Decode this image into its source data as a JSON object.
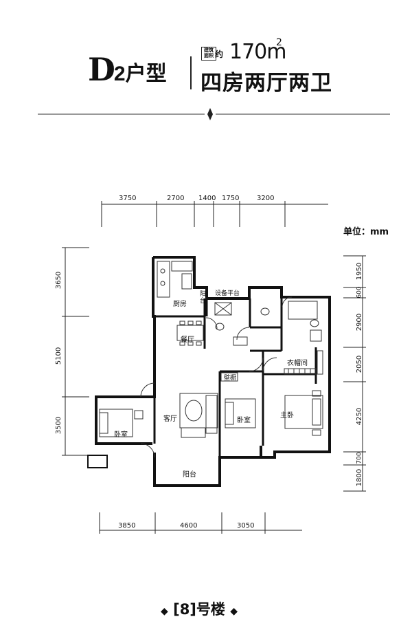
{
  "header": {
    "type_letter": "D",
    "type_rest": "2户型",
    "area_tag": "建筑面积",
    "area_approx": "约",
    "area_value": "170m",
    "area_sup": "2",
    "layout_desc": "四房两厅两卫"
  },
  "unit_label": "单位：mm",
  "top_dimensions": [
    "3750",
    "2700",
    "1400",
    "1750",
    "3200"
  ],
  "bottom_dimensions": [
    "3850",
    "4600",
    "3050"
  ],
  "left_dimensions": [
    "3650",
    "5100",
    "3500"
  ],
  "right_dimensions": [
    "1950",
    "600",
    "2900",
    "2050",
    "4250",
    "700",
    "1800"
  ],
  "rooms": {
    "kitchen": "厨房",
    "yang_tai_top": "阳台",
    "equipment_platform": "设备平台",
    "dining": "餐厅",
    "living": "客厅",
    "bedroom_left": "卧室",
    "bedroom_mid": "卧室",
    "master_bedroom": "主卧",
    "wardrobe": "衣帽间",
    "cabinet": "壁橱",
    "balcony": "阳台"
  },
  "building_label": "[8]号楼"
}
